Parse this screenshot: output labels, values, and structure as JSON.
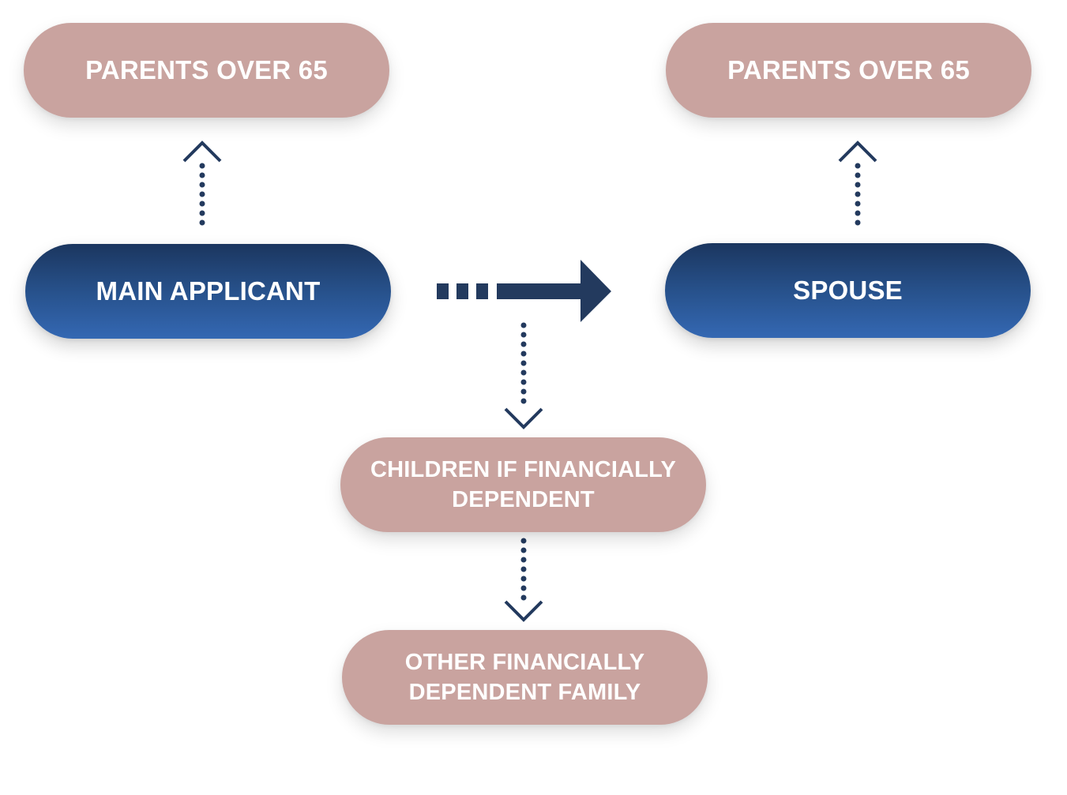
{
  "diagram": {
    "nodes": {
      "parents_left": "PARENTS OVER 65",
      "parents_right": "PARENTS OVER 65",
      "main_applicant": "MAIN APPLICANT",
      "spouse": "SPOUSE",
      "children": {
        "line1": "CHILDREN IF FINANCIALLY",
        "line2": "DEPENDENT"
      },
      "other_family": {
        "line1": "OTHER FINANCIALLY",
        "line2": "DEPENDENT FAMILY"
      }
    },
    "edges": [
      {
        "from": "main_applicant",
        "to": "parents_left",
        "style": "dotted"
      },
      {
        "from": "spouse",
        "to": "parents_right",
        "style": "dotted"
      },
      {
        "from": "main_applicant",
        "to": "spouse",
        "style": "dashed-solid-arrow"
      },
      {
        "from": "main_applicant",
        "to": "children",
        "style": "dotted"
      },
      {
        "from": "children",
        "to": "other_family",
        "style": "dotted"
      }
    ],
    "colors": {
      "dependent_node": "#c9a39f",
      "applicant_node_top": "#1b365f",
      "applicant_node_bottom": "#3468b3",
      "connector": "#233a5e",
      "text": "#ffffff"
    }
  }
}
